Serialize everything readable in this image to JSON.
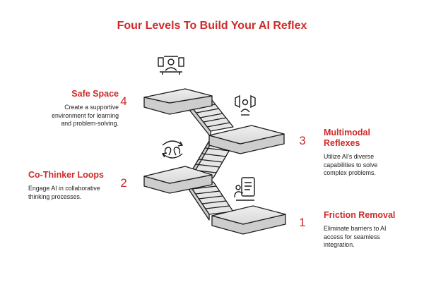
{
  "title": "Four Levels To Build Your AI Reflex",
  "accent_color": "#cf2a2a",
  "levels": [
    {
      "number": "1",
      "title": "Friction Removal",
      "description": "Eliminate barriers to AI\naccess for seamless\nintegration.",
      "icon": "document-person-icon"
    },
    {
      "number": "2",
      "title": "Co-Thinker Loops",
      "description": "Engage AI in collaborative\nthinking processes.",
      "icon": "loop-heads-icon"
    },
    {
      "number": "3",
      "title": "Multimodal\nReflexes",
      "description": "Utilize AI's diverse\ncapabilities to solve\ncomplex problems.",
      "icon": "person-between-screens-icon"
    },
    {
      "number": "4",
      "title": "Safe Space",
      "description": "Create a supportive\nenvironment for learning\nand problem-solving.",
      "icon": "workspace-person-icon"
    }
  ]
}
